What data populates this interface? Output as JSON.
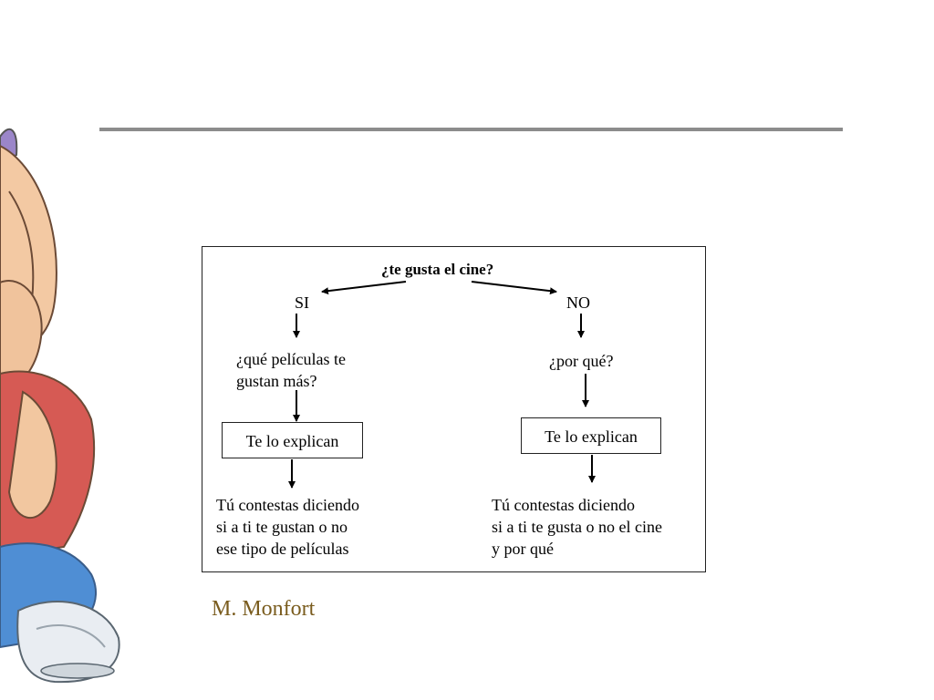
{
  "diagram": {
    "question": "¿te gusta el cine?",
    "branches": {
      "yes": {
        "label": "SI",
        "question_lines": [
          "¿qué películas te",
          "gustan más?"
        ],
        "box_label": "Te lo explican",
        "answer_lines": [
          "Tú contestas diciendo",
          "si a ti te gustan o no",
          "ese tipo de películas"
        ]
      },
      "no": {
        "label": "NO",
        "question": "¿por qué?",
        "box_label": "Te lo explican",
        "answer_lines": [
          "Tú contestas diciendo",
          "si a ti te gusta o no el cine",
          "y por qué"
        ]
      }
    }
  },
  "author": "M. Monfort",
  "colors": {
    "rule": "#8c8c8c",
    "author": "#7a5c1e",
    "text": "#000000"
  }
}
